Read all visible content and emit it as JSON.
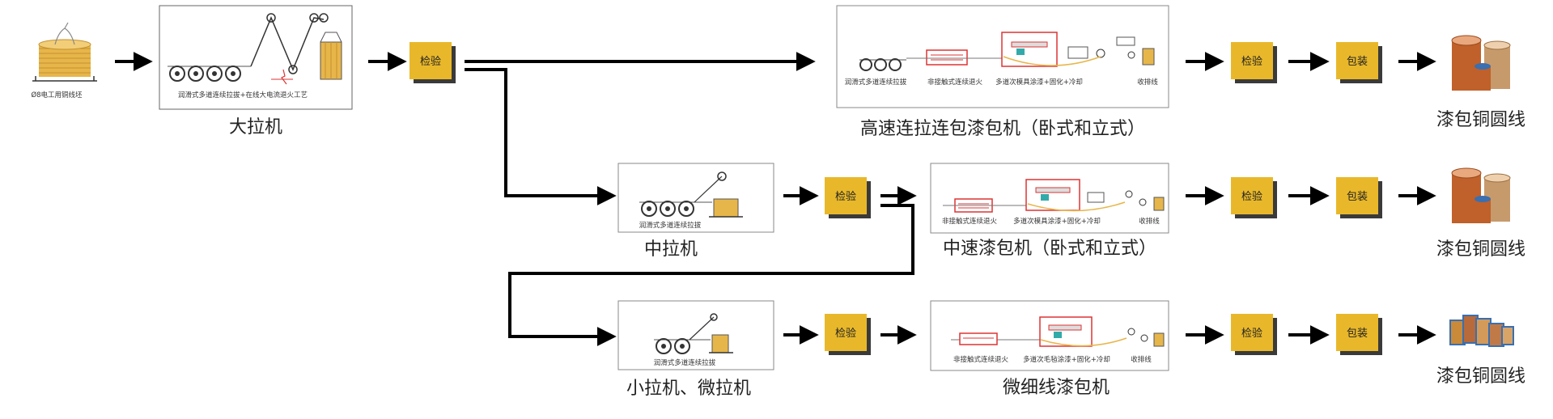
{
  "source": {
    "caption": "Ø8电工用铜线坯"
  },
  "stages": {
    "big": {
      "title": "大拉机",
      "caption": "润滑式多道连续拉拔+在线大电流退火工艺"
    },
    "mid": {
      "title": "中拉机",
      "caption": "润滑式多道连续拉拔"
    },
    "small": {
      "title": "小拉机、微拉机",
      "caption": "润滑式多道连续拉拔"
    }
  },
  "machines": {
    "high": {
      "title": "高速连拉连包漆包机（卧式和立式）",
      "labels": [
        "润滑式多道连续拉拔",
        "非接触式连续退火",
        "多道次模具涂漆+固化+冷却",
        "收排线"
      ]
    },
    "mid": {
      "title": "中速漆包机（卧式和立式）",
      "labels": [
        "非接触式连续退火",
        "多道次模具涂漆+固化+冷却",
        "收排线"
      ]
    },
    "micro": {
      "title": "微细线漆包机",
      "labels": [
        "非接触式连续退火",
        "多道次毛毡涂漆+固化+冷却",
        "收排线"
      ]
    }
  },
  "boxes": {
    "inspect": "检验",
    "pack": "包装"
  },
  "products": {
    "row1": "漆包铜圆线",
    "row2": "漆包铜圆线",
    "row3": "漆包铜圆线"
  },
  "colors": {
    "box": "#E9B82A",
    "boxShadow": "#3a3a3a",
    "copper": "#C0602A",
    "gold": "#D9A53A",
    "line": "#000000"
  }
}
